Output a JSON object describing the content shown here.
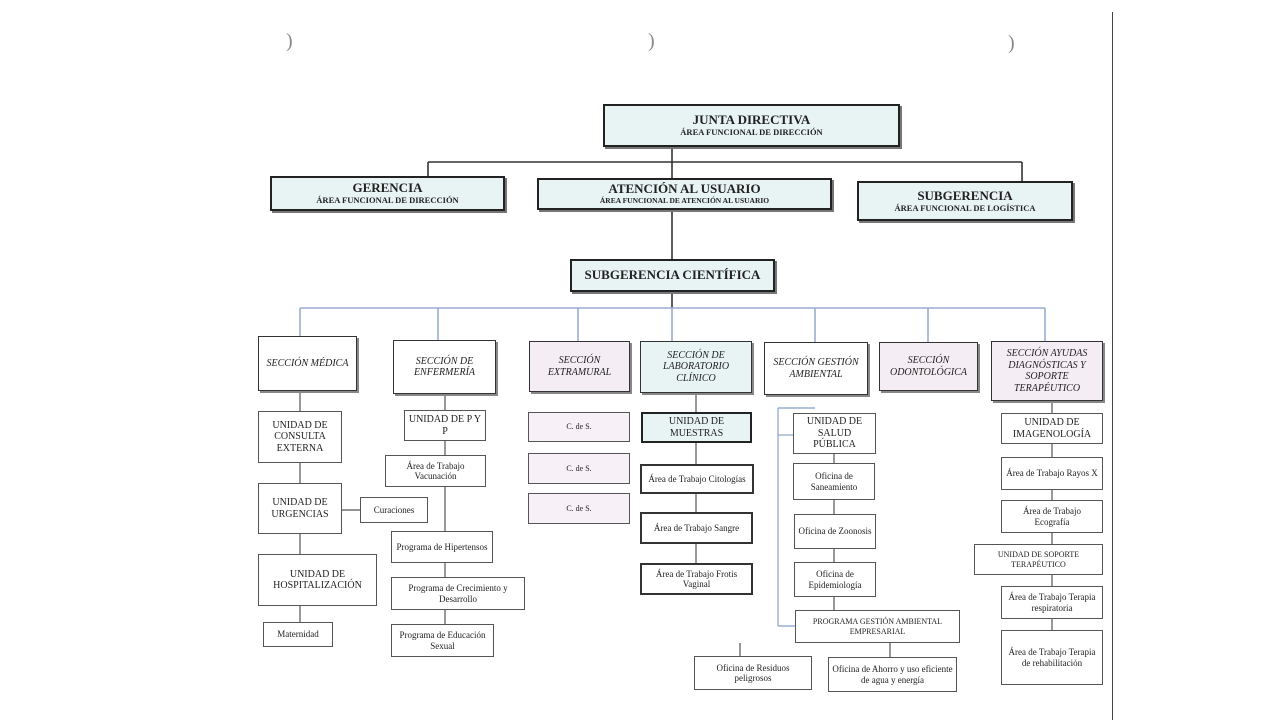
{
  "top": {
    "junta": {
      "title": "JUNTA DIRECTIVA",
      "sub": "ÁREA FUNCIONAL DE DIRECCIÓN"
    },
    "gerencia": {
      "title": "GERENCIA",
      "sub": "ÁREA FUNCIONAL DE DIRECCIÓN"
    },
    "atencion": {
      "title": "ATENCIÓN AL USUARIO",
      "sub": "ÁREA FUNCIONAL DE ATENCIÓN AL USUARIO"
    },
    "subgerencia": {
      "title": "SUBGERENCIA",
      "sub": "ÁREA FUNCIONAL DE LOGÍSTICA"
    },
    "cientifica": {
      "title": "SUBGERENCIA CIENTÍFICA"
    }
  },
  "sections": {
    "medica": "SECCIÓN MÉDICA",
    "enfermeria": "SECCIÓN DE ENFERMERÍA",
    "extramural": "SECCIÓN EXTRAMURAL",
    "laboratorio": "SECCIÓN DE LABORATORIO CLÍNICO",
    "gestion": "SECCIÓN GESTIÓN AMBIENTAL",
    "odontologica": "SECCIÓN ODONTOLÓGICA",
    "ayudas": "SECCIÓN AYUDAS DIAGNÓSTICAS Y SOPORTE TERAPÉUTICO"
  },
  "medica": {
    "consulta": "UNIDAD DE CONSULTA EXTERNA",
    "urgencias": "UNIDAD DE URGENCIAS",
    "curaciones": "Curaciones",
    "hospitalizacion": "UNIDAD DE HOSPITALIZACIÓN",
    "maternidad": "Maternidad"
  },
  "enfermeria": {
    "pyp": "UNIDAD DE P Y P",
    "vacunacion": "Área de Trabajo Vacunación",
    "hipertensos": "Programa de Hipertensos",
    "crecimiento": "Programa de Crecimiento y Desarrollo",
    "educacion": "Programa de Educación Sexual"
  },
  "extramural": {
    "cds1": "C. de S.",
    "cds2": "C. de S.",
    "cds3": "C. de S."
  },
  "laboratorio": {
    "muestras": "UNIDAD DE MUESTRAS",
    "citologias": "Área de Trabajo Citologías",
    "sangre": "Área de Trabajo Sangre",
    "frotis": "Área de Trabajo Frotis Vaginal"
  },
  "gestion": {
    "salud": "UNIDAD DE SALUD PÚBLICA",
    "saneamiento": "Oficina de Saneamiento",
    "zoonosis": "Oficina de Zoonosis",
    "epidemiologia": "Oficina de Epidemiología",
    "programa": "PROGRAMA GESTIÓN AMBIENTAL EMPRESARIAL",
    "residuos": "Oficina de Residuos peligrosos",
    "ahorro": "Oficina de Ahorro y uso eficiente de agua y energía"
  },
  "ayudas": {
    "imagenologia": "UNIDAD DE IMAGENOLOGÍA",
    "rayos": "Área de Trabajo Rayos X",
    "ecografia": "Área de Trabajo Ecografía",
    "soporte": "UNIDAD DE SOPORTE TERAPÉUTICO",
    "respiratoria": "Área de Trabajo Terapia respiratoria",
    "rehabilitacion": "Área de Trabajo Terapia de rehabilitación"
  }
}
